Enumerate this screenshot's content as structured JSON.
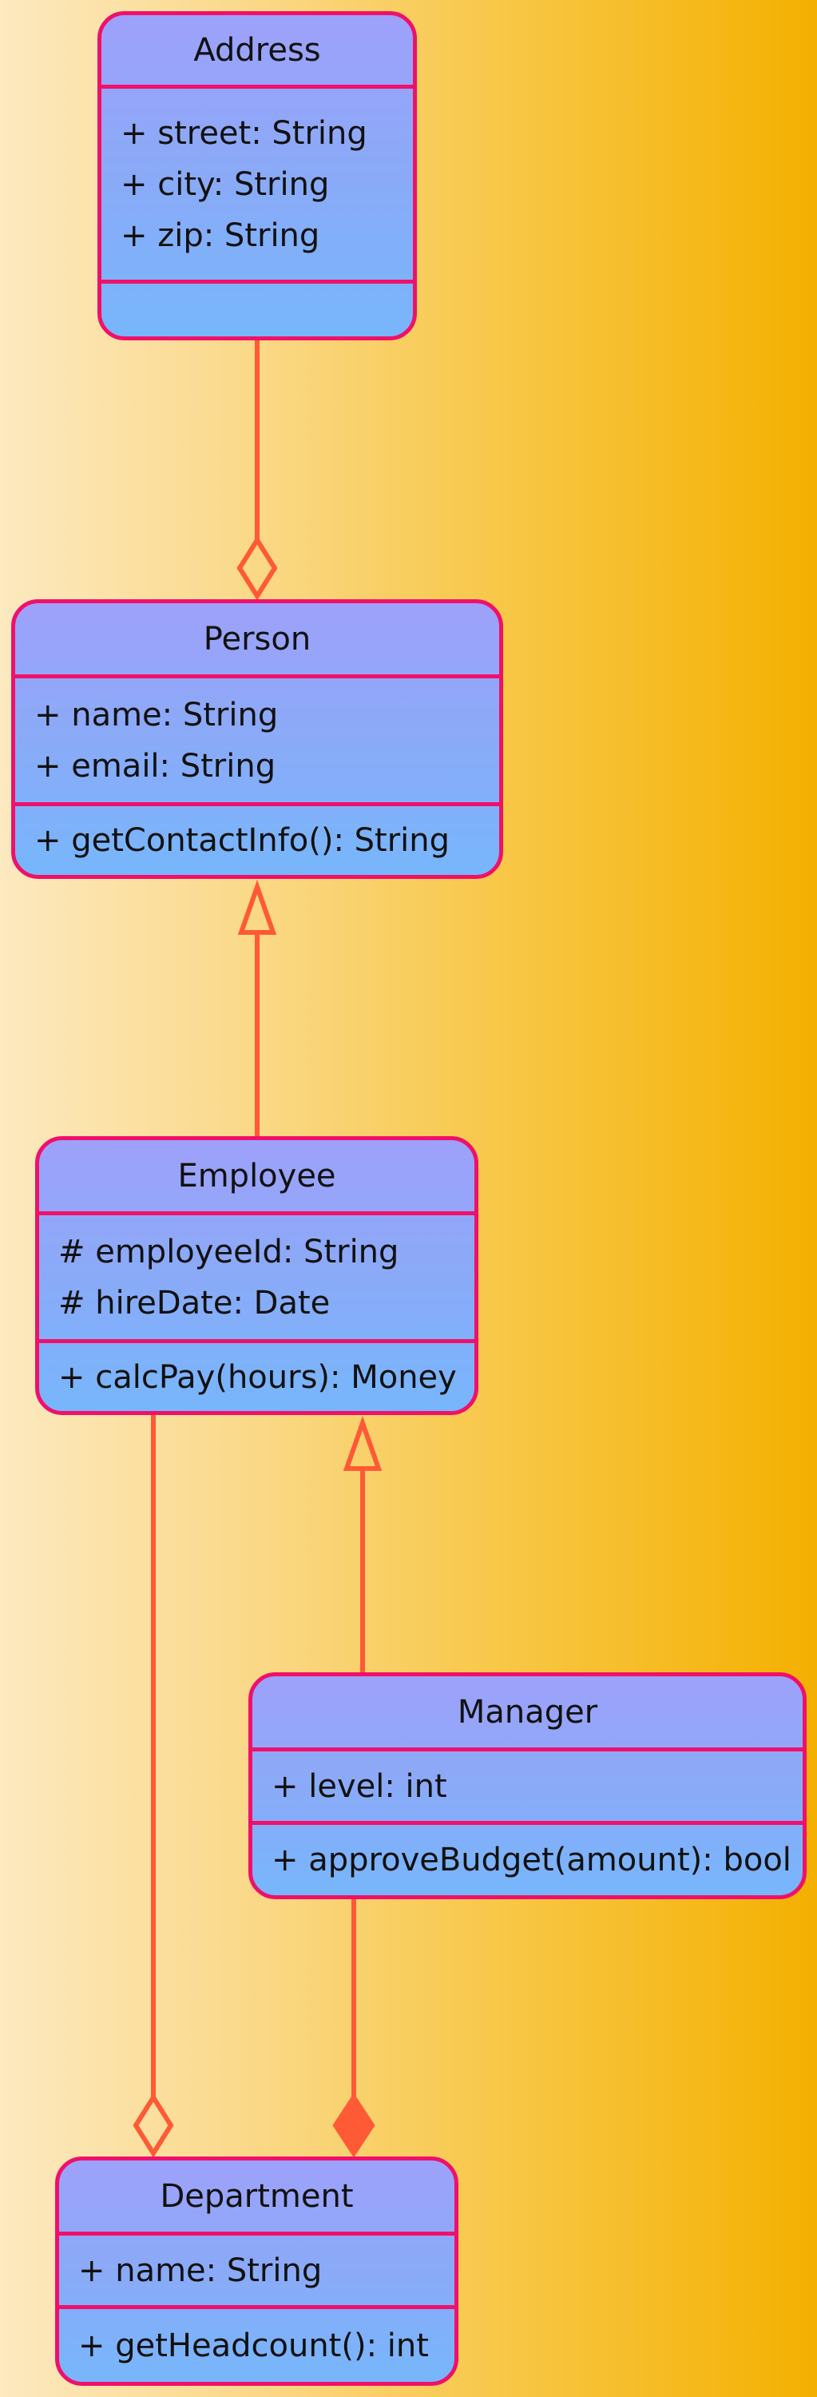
{
  "colors": {
    "box_border": "#f0106a",
    "edge": "#ff5a36",
    "box_fill_top": "#9ea1fa",
    "box_fill_bottom": "#77b6fb"
  },
  "classes": {
    "address": {
      "name": "Address",
      "attributes": [
        "+ street: String",
        "+ city: String",
        "+ zip: String"
      ],
      "operations": []
    },
    "person": {
      "name": "Person",
      "attributes": [
        "+ name: String",
        "+ email: String"
      ],
      "operations": [
        "+ getContactInfo(): String"
      ]
    },
    "employee": {
      "name": "Employee",
      "attributes": [
        "# employeeId: String",
        "# hireDate: Date"
      ],
      "operations": [
        "+ calcPay(hours): Money"
      ]
    },
    "manager": {
      "name": "Manager",
      "attributes": [
        "+ level: int"
      ],
      "operations": [
        "+ approveBudget(amount): bool"
      ]
    },
    "department": {
      "name": "Department",
      "attributes": [
        "+ name: String"
      ],
      "operations": [
        "+ getHeadcount(): int"
      ]
    }
  },
  "relations": [
    {
      "from": "Address",
      "to": "Person",
      "type": "aggregation"
    },
    {
      "from": "Employee",
      "to": "Person",
      "type": "generalization"
    },
    {
      "from": "Manager",
      "to": "Employee",
      "type": "generalization"
    },
    {
      "from": "Employee",
      "to": "Department",
      "type": "aggregation"
    },
    {
      "from": "Manager",
      "to": "Department",
      "type": "composition"
    }
  ]
}
